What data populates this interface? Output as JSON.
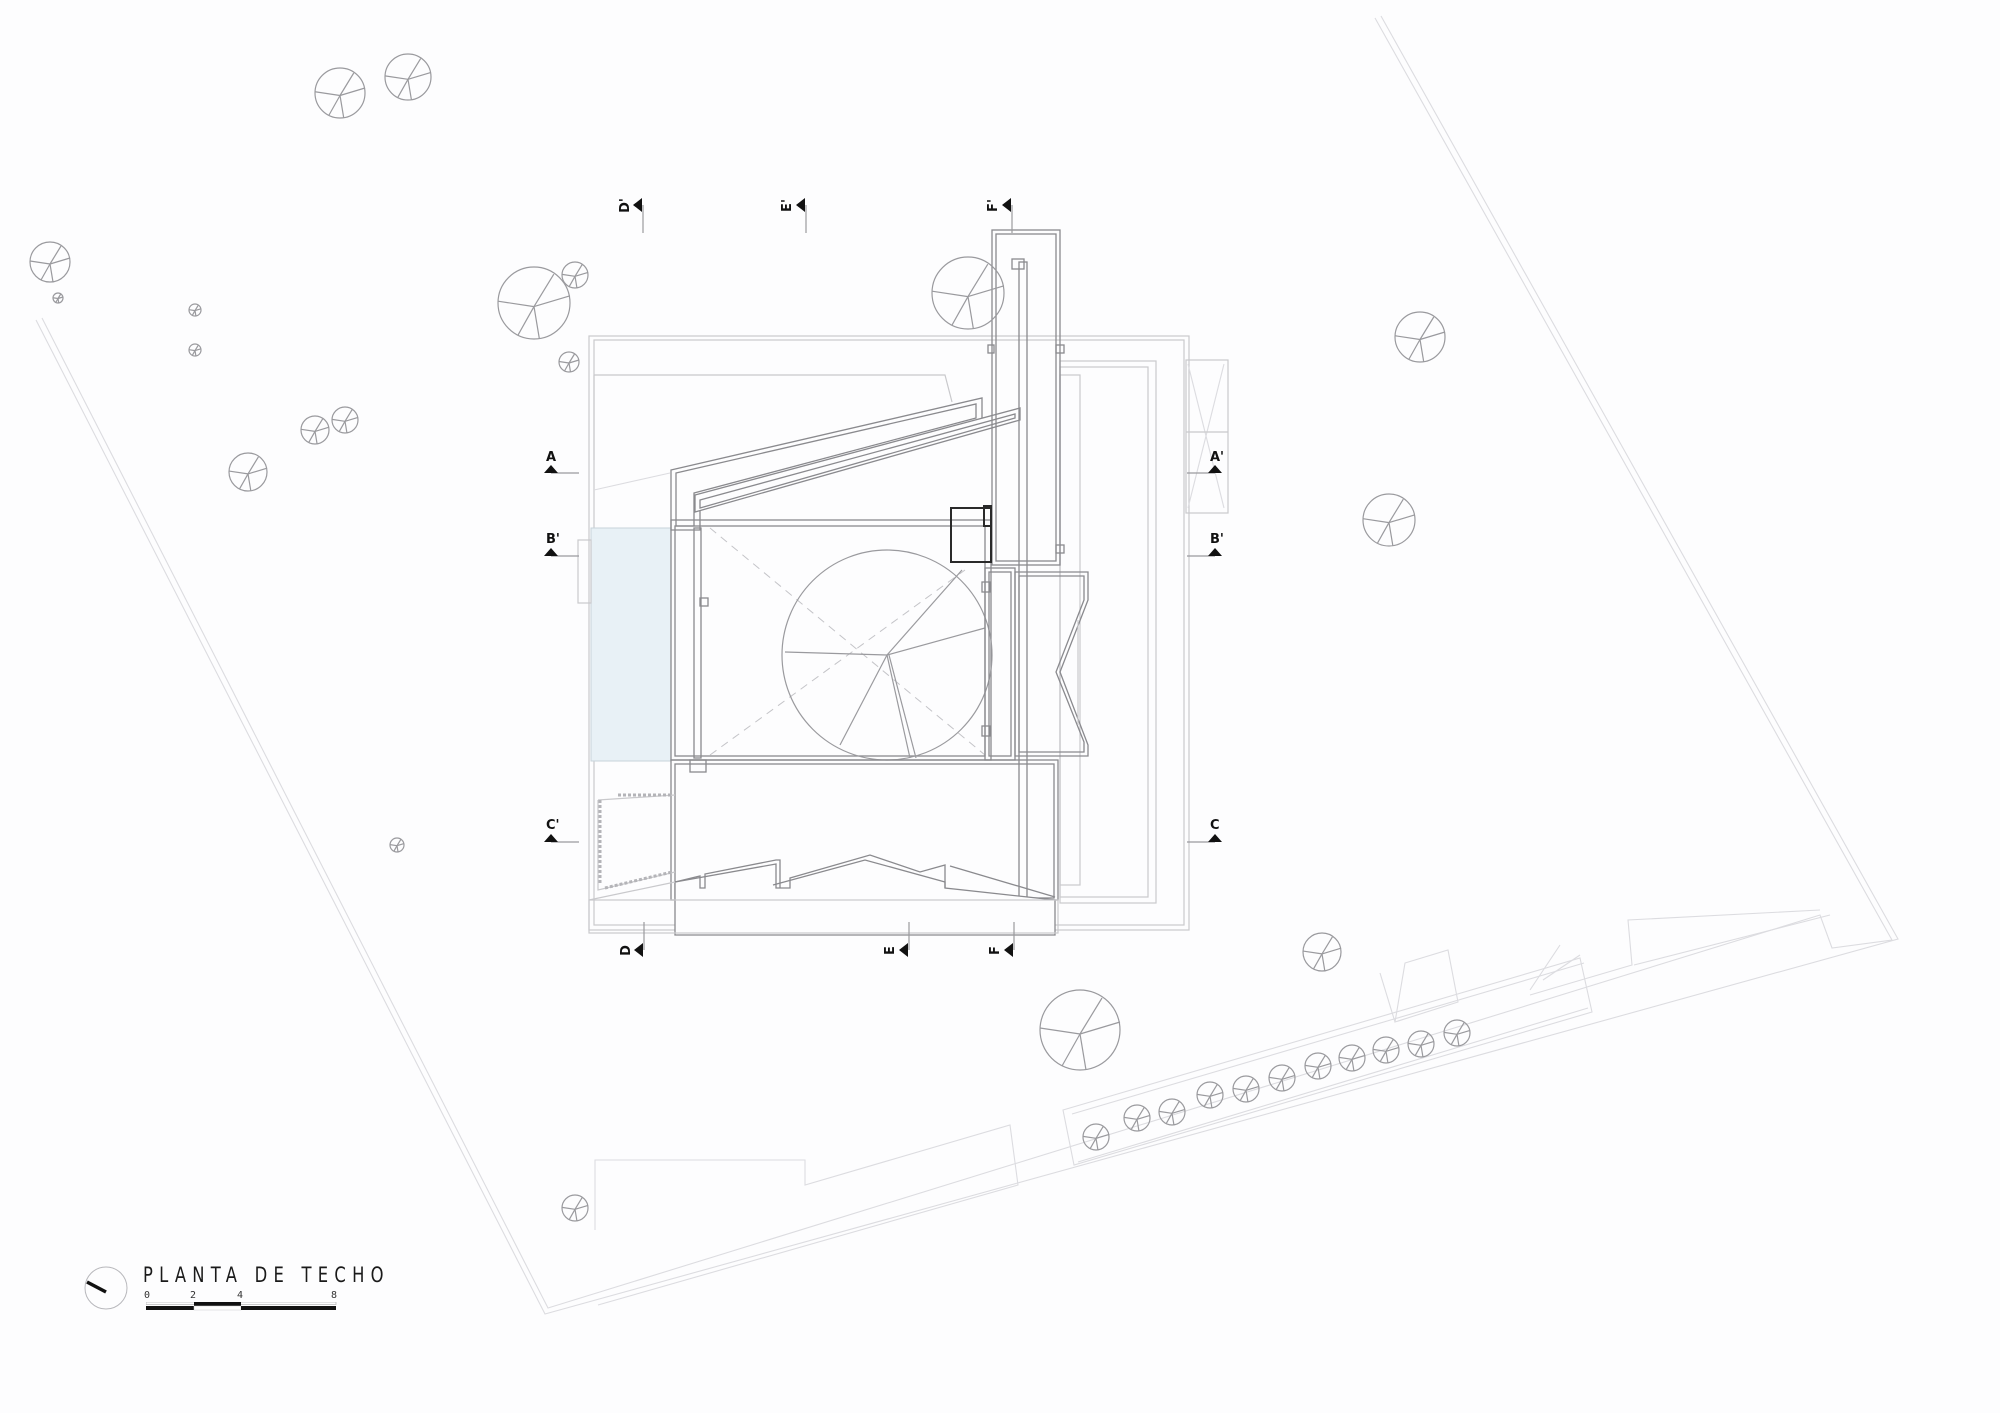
{
  "drawing": {
    "title": "PLANTA DE TECHO",
    "type": "roof plan",
    "background": "#fdfdfe",
    "line_color": "#8a8a8e",
    "pool_fill": "#e8f1f6"
  },
  "scale_bar": {
    "ticks": [
      "0",
      "2",
      "4",
      "8"
    ],
    "unit_segments": [
      [
        0,
        2
      ],
      [
        2,
        4
      ],
      [
        4,
        8
      ]
    ]
  },
  "north_arrow": {
    "icon": "north-arrow-icon"
  },
  "section_markers": {
    "top": [
      "D'",
      "E'",
      "F'"
    ],
    "bottom": [
      "D",
      "E",
      "F"
    ],
    "left": [
      "A",
      "B'",
      "C'"
    ],
    "right": [
      "A'",
      "B'",
      "C"
    ]
  },
  "trees": {
    "count_visible": 34,
    "row_along_street": 12
  }
}
